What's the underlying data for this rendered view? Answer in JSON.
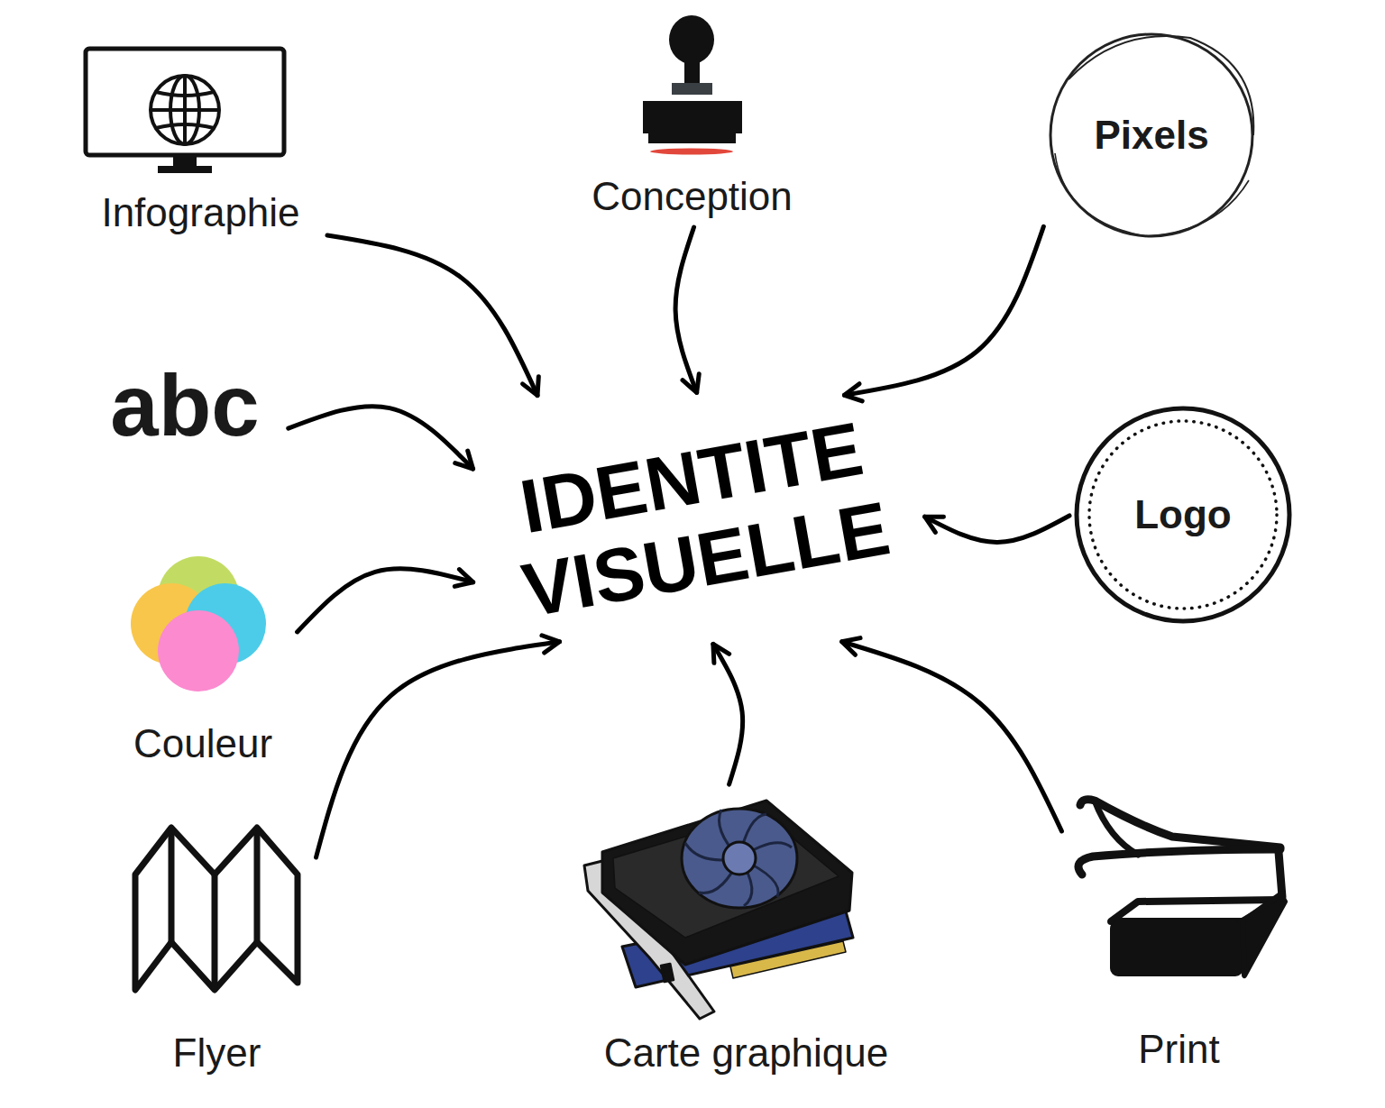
{
  "diagram": {
    "nodes": [
      {
        "text": [
          "Infographie"
        ]
      },
      {
        "text": [
          "Conception"
        ]
      },
      {
        "text": [
          "Pixels"
        ]
      },
      {
        "text": [
          "abc"
        ]
      },
      {
        "text": [
          "IDENTITE VISUELLE"
        ]
      },
      {
        "text": [
          "Logo"
        ]
      },
      {
        "text": [
          "Couleur"
        ]
      },
      {
        "text": [
          "Flyer"
        ]
      },
      {
        "text": [
          "Carte graphique"
        ]
      },
      {
        "text": [
          "Print"
        ]
      }
    ],
    "edges": [
      {
        "from": 0,
        "to": 4,
        "arrow": "to"
      },
      {
        "from": 1,
        "to": 4,
        "arrow": "to"
      },
      {
        "from": 2,
        "to": 4,
        "arrow": "to"
      },
      {
        "from": 3,
        "to": 4,
        "arrow": "to"
      },
      {
        "from": 5,
        "to": 4,
        "arrow": "to"
      },
      {
        "from": 6,
        "to": 4,
        "arrow": "to"
      },
      {
        "from": 7,
        "to": 4,
        "arrow": "to"
      },
      {
        "from": 8,
        "to": 4,
        "arrow": "to"
      },
      {
        "from": 9,
        "to": 4,
        "arrow": "to"
      }
    ]
  }
}
